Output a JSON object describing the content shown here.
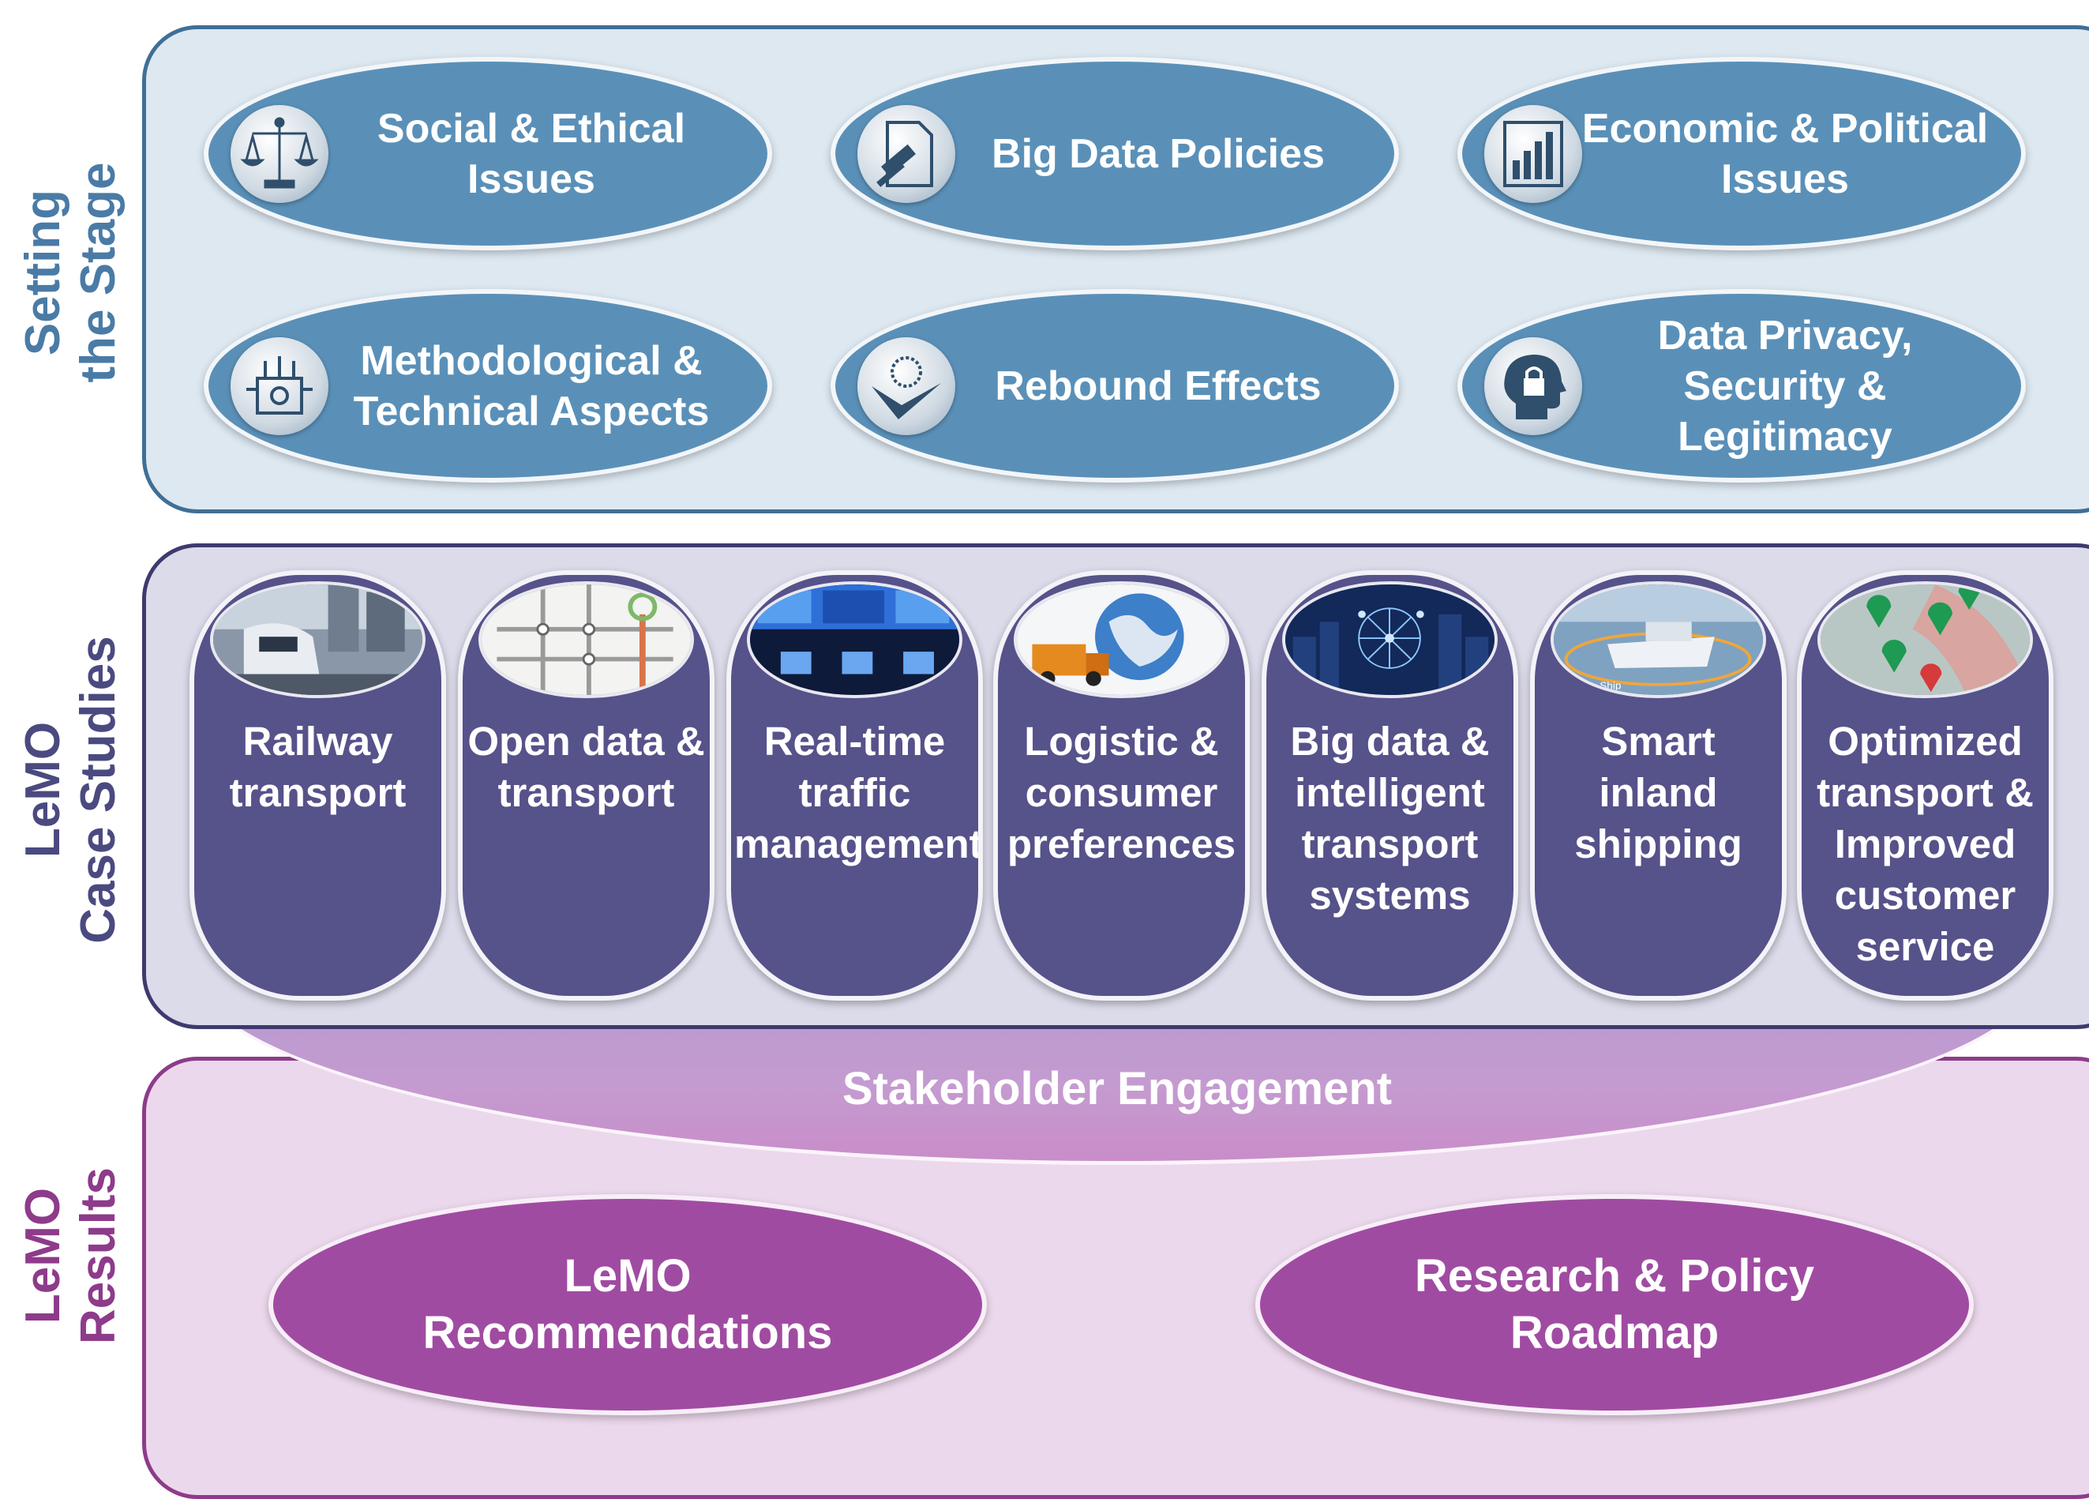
{
  "sections": {
    "stage": [
      "Setting",
      "the Stage"
    ],
    "case": [
      "LeMO",
      "Case Studies"
    ],
    "results": [
      "LeMO",
      "Results"
    ]
  },
  "stage_topics": [
    {
      "label": "Social & Ethical Issues",
      "icon": "scales-icon"
    },
    {
      "label": "Big Data Policies",
      "icon": "gavel-document-icon"
    },
    {
      "label": "Economic & Political Issues",
      "icon": "bar-chart-icon"
    },
    {
      "label": "Methodological & Technical Aspects",
      "icon": "gear-circuit-icon"
    },
    {
      "label": "Rebound Effects",
      "icon": "rebound-arrow-icon"
    },
    {
      "label": "Data Privacy, Security & Legitimacy",
      "icon": "head-lock-icon"
    }
  ],
  "case_studies": [
    {
      "label": "Railway transport",
      "image": "train-photo"
    },
    {
      "label": "Open data & transport",
      "image": "transit-map-photo"
    },
    {
      "label": "Real-time traffic management",
      "image": "control-room-photo"
    },
    {
      "label": "Logistic & consumer preferences",
      "image": "truck-globe-photo"
    },
    {
      "label": "Big data & intelligent transport systems",
      "image": "smart-city-photo"
    },
    {
      "label": "Smart inland shipping",
      "image": "ship-photo"
    },
    {
      "label": "Optimized transport & Improved customer service",
      "image": "map-pins-photo"
    }
  ],
  "photo_caption": "Ship",
  "stakeholder": "Stakeholder Engagement",
  "results": [
    "LeMO Recommendations",
    "Research & Policy Roadmap"
  ],
  "colors": {
    "stage_accent": "#5a90b8",
    "case_accent": "#56528a",
    "results_accent": "#a04ba2"
  }
}
